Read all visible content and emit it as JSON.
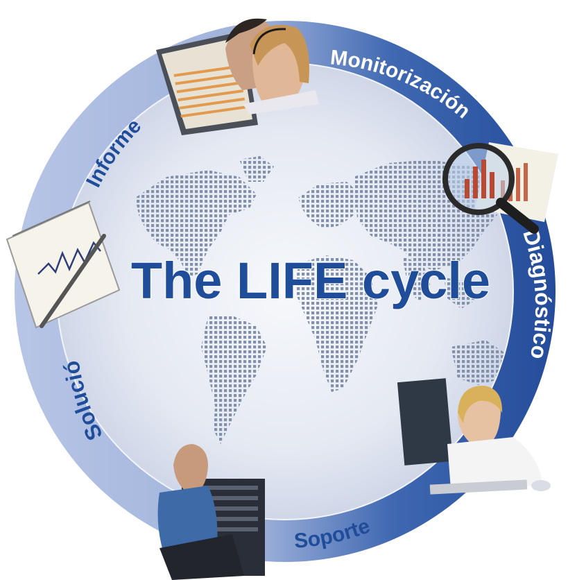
{
  "diagram": {
    "title": "The LIFE cycle",
    "stages": [
      {
        "label": "Monitorización"
      },
      {
        "label": "Diagnóstico"
      },
      {
        "label": "Soporte"
      },
      {
        "label": "Solución"
      },
      {
        "label": "Informe"
      }
    ],
    "icons": {
      "monitoring": "call-center-agents-photo",
      "diagnosis": "magnifying-glass-chart-photo",
      "support": "headset-operator-photo",
      "solution": "technician-server-photo",
      "report": "notepad-chart-photo",
      "center": "world-map-icon"
    },
    "colors": {
      "primary_blue": "#1f4d99",
      "ring_dark": "#2b58a6",
      "ring_light": "#a9badf",
      "center_bg": "#e7ebf4",
      "map_dots": "#7f8da6"
    }
  }
}
